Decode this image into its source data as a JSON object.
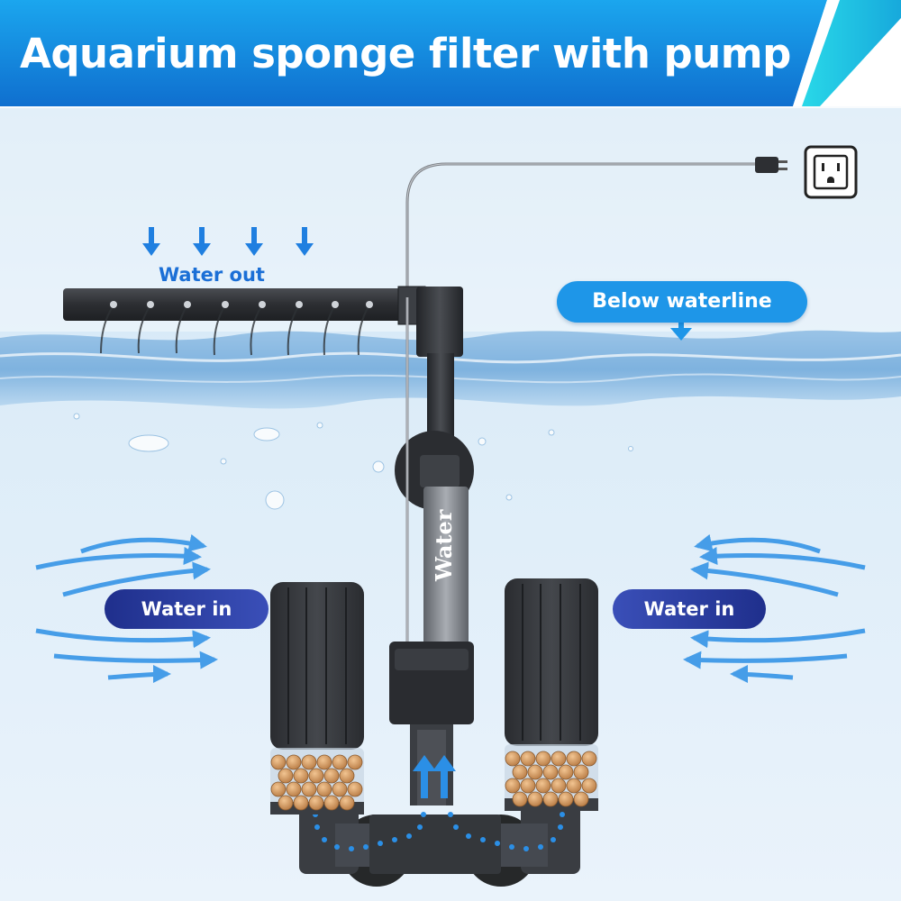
{
  "title": "Aquarium sponge filter with pump",
  "labels": {
    "water_out": "Water out",
    "below_waterline": "Below waterline",
    "water_in_left": "Water in",
    "water_in_right": "Water in",
    "tube_text": "Water"
  },
  "icons": [
    "arrow-down-icon",
    "power-outlet-icon",
    "power-plug-icon",
    "flow-arrow-icon"
  ],
  "colors": {
    "banner": "#1585dc",
    "banner_accent": "#1ccde6",
    "water": "#d6e9f7",
    "label_blue": "#1e96e8",
    "label_navy": "#1f2f8c",
    "arrow_blue": "#1b6fd6",
    "filter_dark": "#2f3135",
    "ceramic": "#d69a62"
  }
}
